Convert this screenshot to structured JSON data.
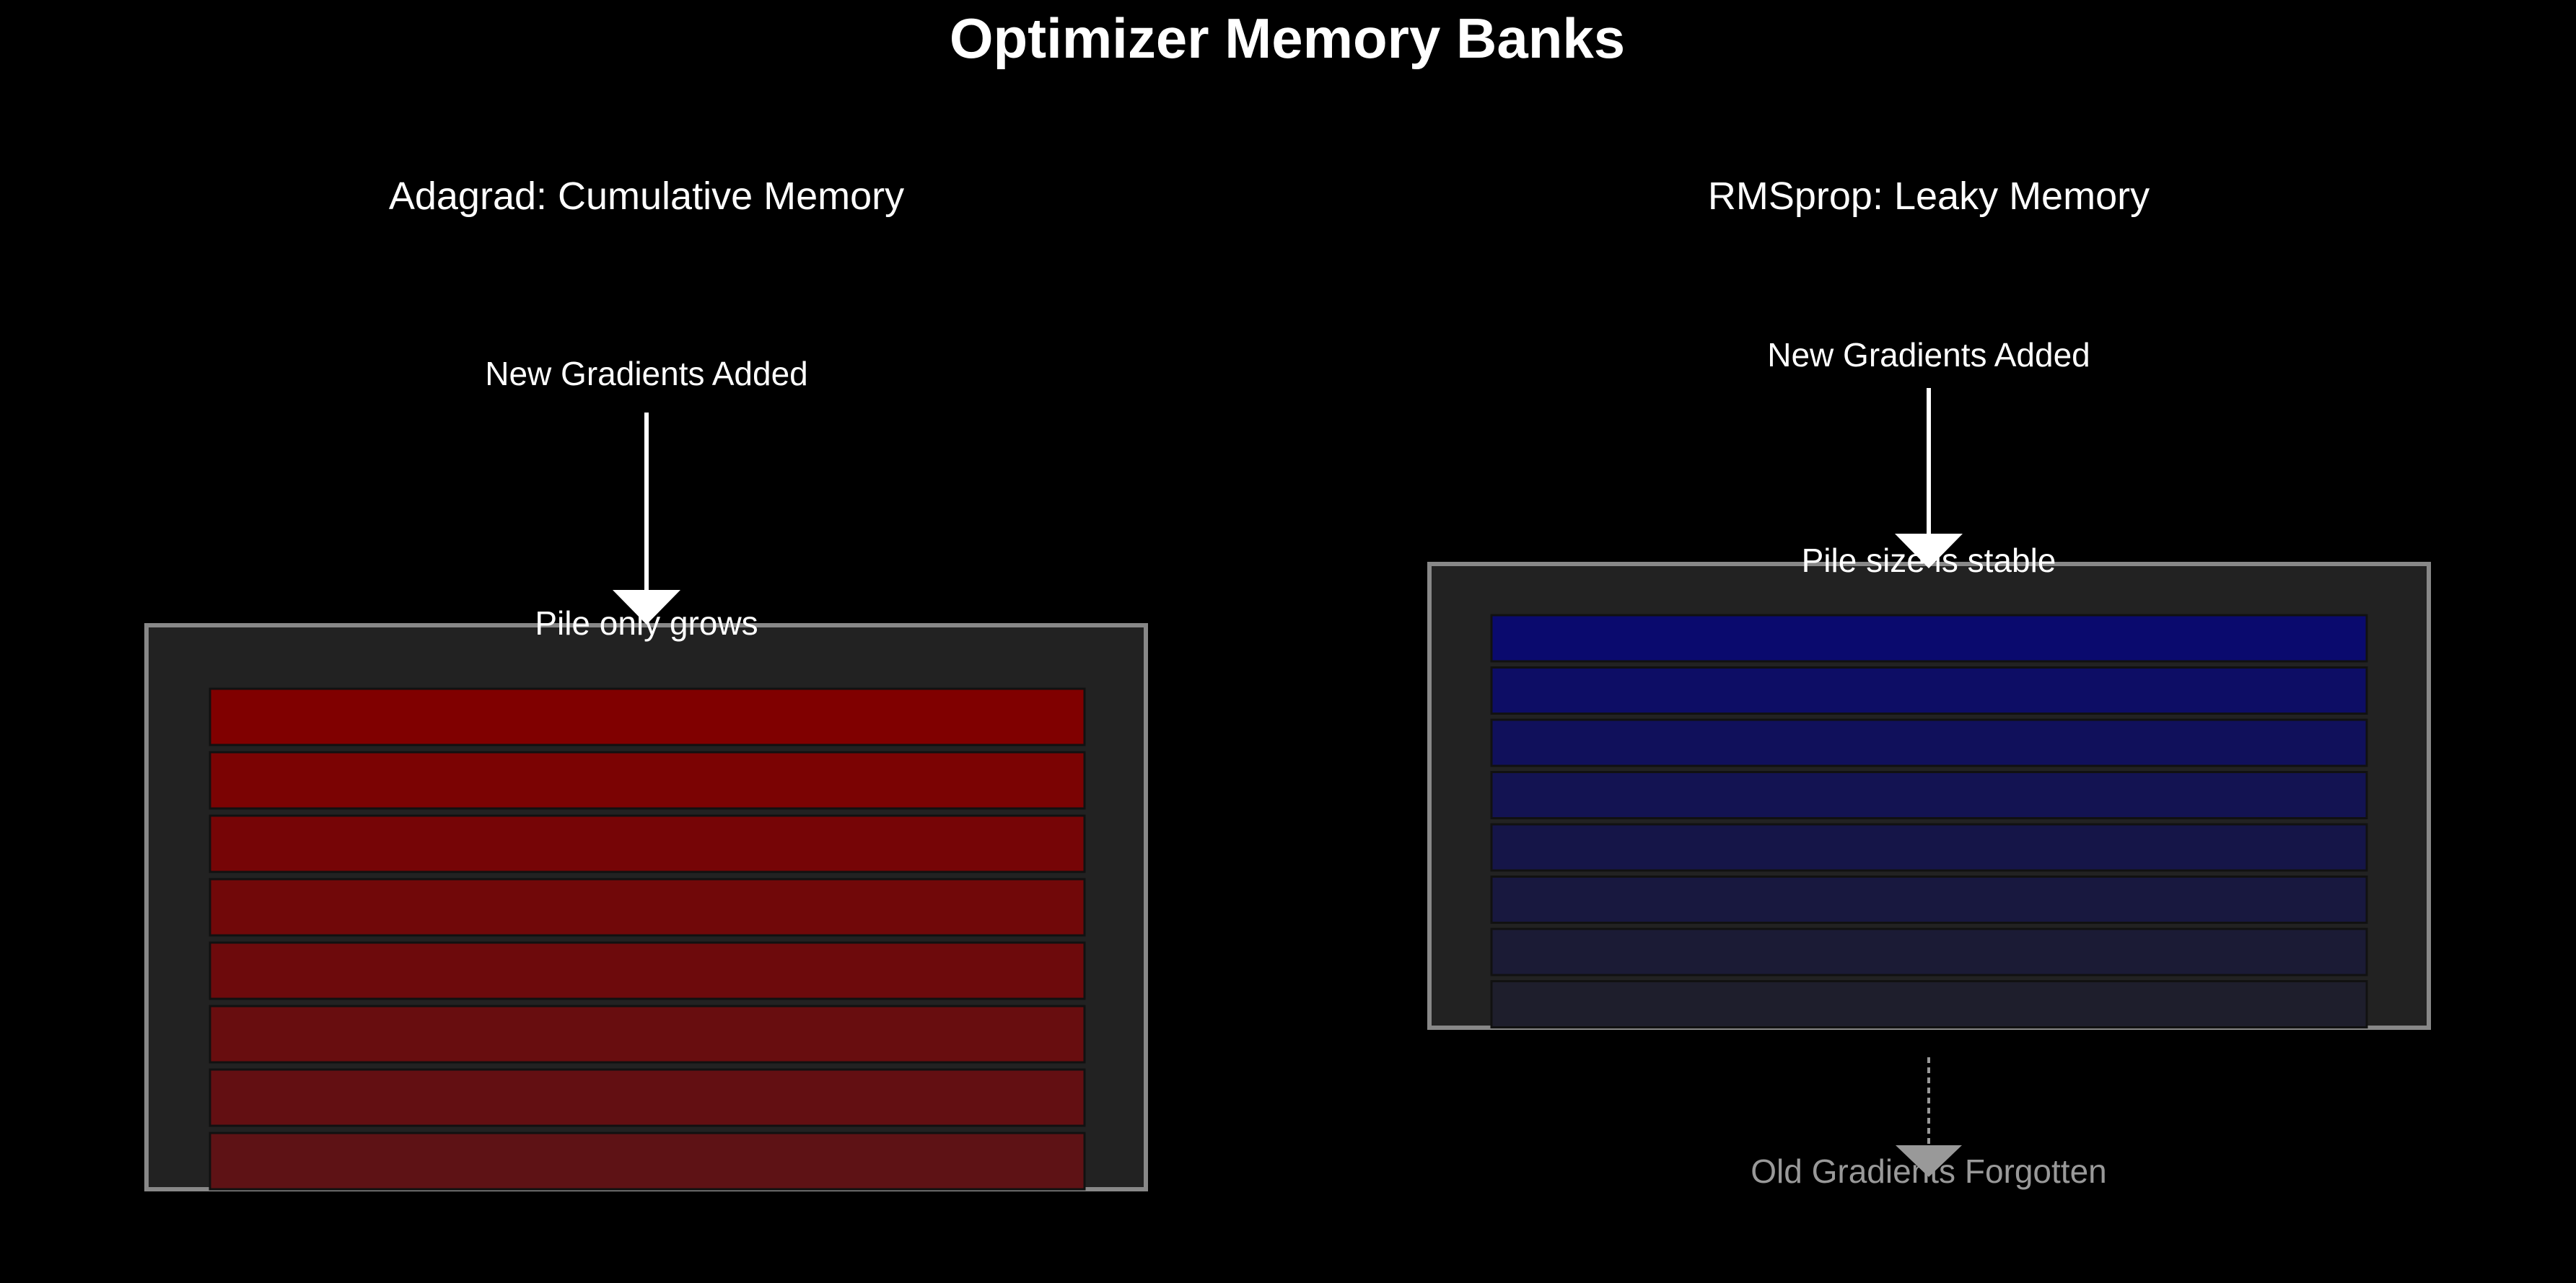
{
  "title": "Optimizer Memory Banks",
  "colors": {
    "background": "#000000",
    "text": "#ffffff",
    "muted_text": "#999999",
    "bank_fill": "#222222",
    "bank_border": "#888888",
    "adagrad_slab": "#800000",
    "rmsprop_slab": "#0a0a6e"
  },
  "panels": [
    {
      "id": "adagrad",
      "title": "Adagrad: Cumulative Memory",
      "input_label": "New Gradients Added",
      "status_label": "Pile only grows",
      "slab_count": 8,
      "slab_color_start": "#800000",
      "slab_color_end": "#5e1215",
      "arrow_color": "#ffffff"
    },
    {
      "id": "rmsprop",
      "title": "RMSprop: Leaky Memory",
      "input_label": "New Gradients Added",
      "status_label": "Pile size is stable",
      "output_label": "Old Gradients Forgotten",
      "slab_count": 8,
      "slab_color_start": "#0a0a6e",
      "slab_color_end": "#1e1e2c",
      "arrow_color": "#ffffff",
      "output_arrow_color": "#999999"
    }
  ]
}
